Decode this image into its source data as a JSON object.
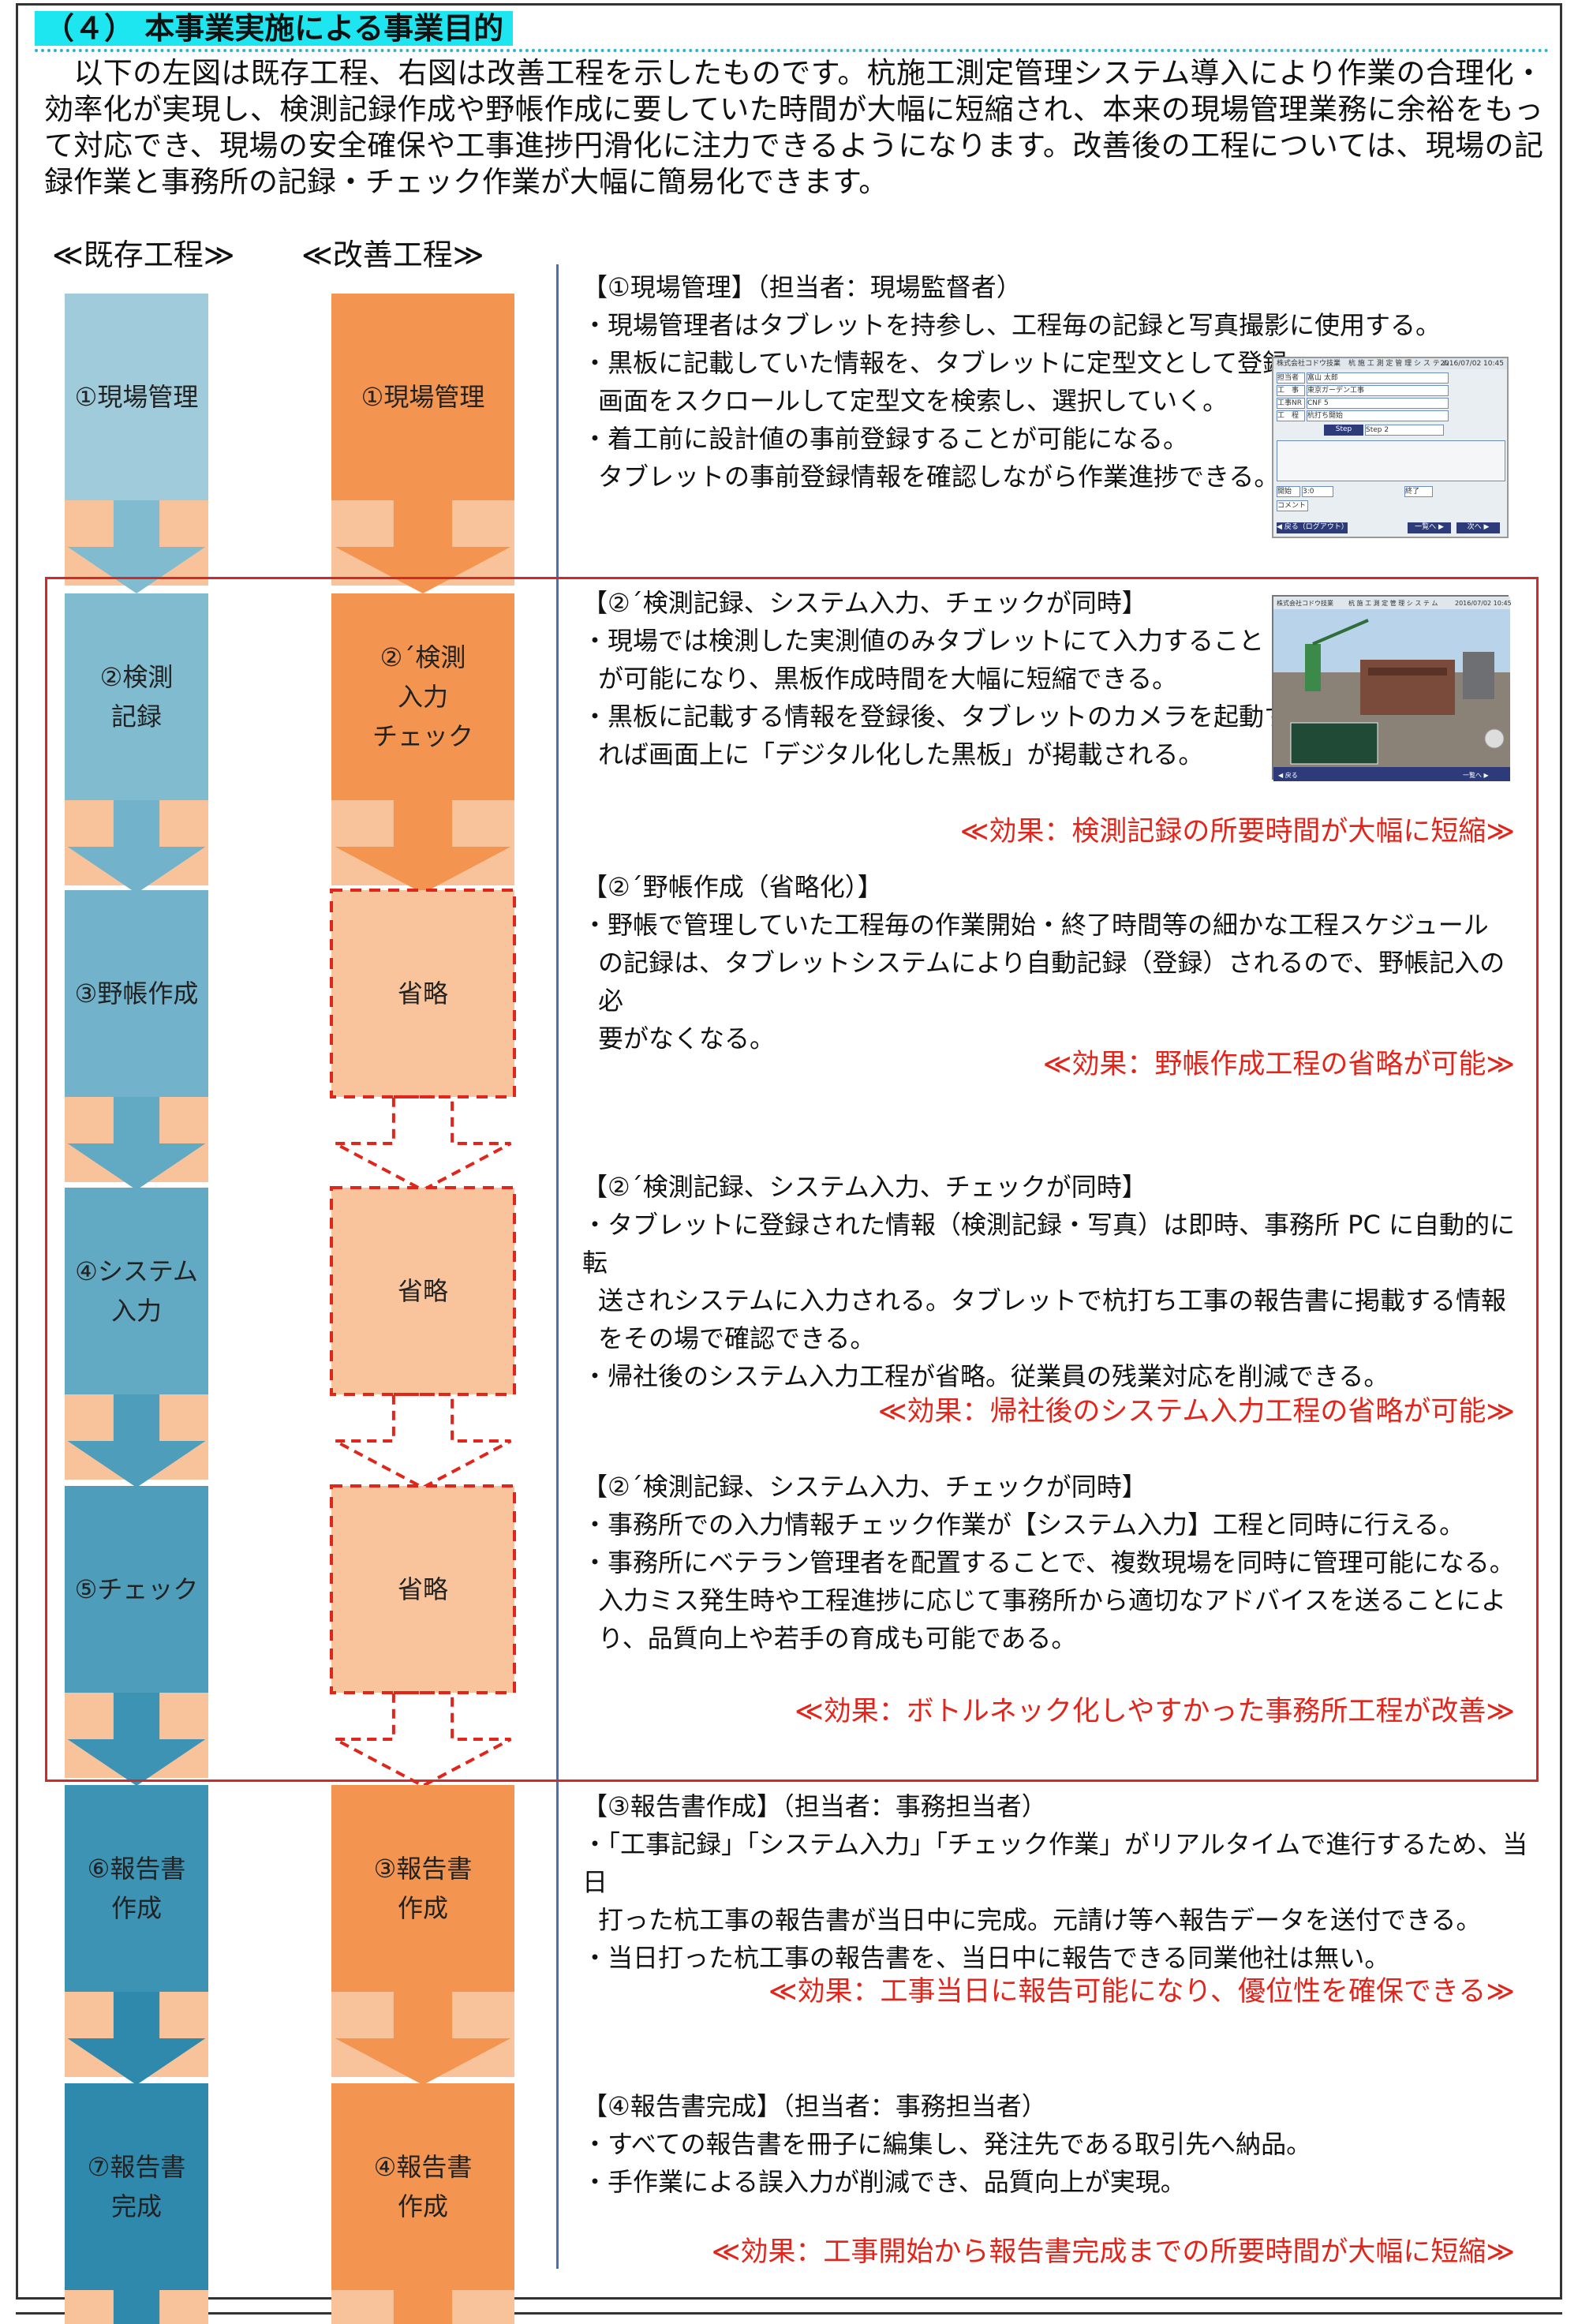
{
  "heading": "（４） 本事業実施による事業目的",
  "intro": [
    "　以下の左図は既存工程、右図は改善工程を示したものです。杭施工測定管理システム導入により作業の合理化・効率化が実現し、検測記録作成や野帳作成に要していた時間が大幅に短縮され、本来の現場管理業務に余裕をもって対応でき、現場の安全確保や工事進捗円滑化に注力できるようになります。改善後の工程については、現場の記録作業と事務所の記録・チェック作業が大幅に簡易化できます。"
  ],
  "columns": {
    "existing_title": "≪既存工程≫",
    "improved_title": "≪改善工程≫"
  },
  "existing_steps": [
    "①現場管理",
    "②検測\n記録",
    "③野帳作成",
    "④システム\n入力",
    "⑤チェック",
    "⑥報告書\n作成",
    "⑦報告書\n完成"
  ],
  "improved_steps": [
    "①現場管理",
    "②´検測\n入力\nチェック",
    "省略",
    "省略",
    "省略",
    "③報告書\n作成",
    "④報告書\n作成"
  ],
  "colors": {
    "existing_fill": [
      "#9fcbda",
      "#80bbcf",
      "#72b3cb",
      "#62a9c3",
      "#4d9dbb",
      "#3c93b4",
      "#2e89ad"
    ],
    "existing_arrow": "#f8c39b",
    "improved_fill": "#f39550",
    "improved_arrow": "#f8c39b",
    "omitted_fill": "#f9c49b",
    "dashed": "#e1251b",
    "effect_text": "#e1251b",
    "heading_bg": "#1ee6f0"
  },
  "sections": [
    {
      "title": "【①現場管理】（担当者：現場監督者）",
      "lines": [
        "・現場管理者はタブレットを持参し、工程毎の記録と写真撮影に使用する。",
        "・黒板に記載していた情報を、タブレットに定型文として登録。",
        "画面をスクロールして定型文を検索し、選択していく。",
        "・着工前に設計値の事前登録することが可能になる。",
        "タブレットの事前登録情報を確認しながら作業進捗できる。"
      ],
      "effect": ""
    },
    {
      "title": "【②´検測記録、システム入力、チェックが同時】",
      "lines": [
        "・現場では検測した実測値のみタブレットにて入力すること",
        "が可能になり、黒板作成時間を大幅に短縮できる。",
        "・黒板に記載する情報を登録後、タブレットのカメラを起動す",
        "れば画面上に「デジタル化した黒板」が掲載される。"
      ],
      "effect": "≪効果：検測記録の所要時間が大幅に短縮≫"
    },
    {
      "title": "【②´野帳作成（省略化）】",
      "lines": [
        "・野帳で管理していた工程毎の作業開始・終了時間等の細かな工程スケジュール",
        "の記録は、タブレットシステムにより自動記録（登録）されるので、野帳記入の必",
        "要がなくなる。"
      ],
      "effect": "≪効果：野帳作成工程の省略が可能≫"
    },
    {
      "title": "【②´検測記録、システム入力、チェックが同時】",
      "lines": [
        "・タブレットに登録された情報（検測記録・写真）は即時、事務所 PC に自動的に転",
        "送されシステムに入力される。タブレットで杭打ち工事の報告書に掲載する情報",
        "をその場で確認できる。",
        "・帰社後のシステム入力工程が省略。従業員の残業対応を削減できる。"
      ],
      "effect": "≪効果：帰社後のシステム入力工程の省略が可能≫"
    },
    {
      "title": "【②´検測記録、システム入力、チェックが同時】",
      "lines": [
        "・事務所での入力情報チェック作業が【システム入力】工程と同時に行える。",
        "・事務所にベテラン管理者を配置することで、複数現場を同時に管理可能になる。",
        "入力ミス発生時や工程進捗に応じて事務所から適切なアドバイスを送ることによ",
        "り、品質向上や若手の育成も可能である。"
      ],
      "effect": "≪効果：ボトルネック化しやすかった事務所工程が改善≫"
    },
    {
      "title": "【③報告書作成】（担当者：事務担当者）",
      "lines": [
        "・「工事記録」「システム入力」「チェック作業」がリアルタイムで進行するため、当日",
        "打った杭工事の報告書が当日中に完成。元請け等へ報告データを送付できる。",
        "・当日打った杭工事の報告書を、当日中に報告できる同業他社は無い。"
      ],
      "effect": "≪効果：工事当日に報告可能になり、優位性を確保できる≫"
    },
    {
      "title": "【④報告書完成】（担当者：事務担当者）",
      "lines": [
        "・すべての報告書を冊子に編集し、発注先である取引先へ納品。",
        "・手作業による誤入力が削減でき、品質向上が実現。"
      ],
      "effect": "≪効果：工事開始から報告書完成までの所要時間が大幅に短縮≫"
    }
  ],
  "tablet_screen": {
    "header_left": "株式会社コドウ技業",
    "header_title": "杭 施 工 測 定 管 理 シ ス テ ム",
    "header_date": "2016/07/02 10:45",
    "rows": [
      {
        "label": "担当者",
        "value": "富山 太郎"
      },
      {
        "label": "工　事",
        "value": "東京ガーデン工事"
      },
      {
        "label": "工事NR",
        "value": "CNF 5"
      },
      {
        "label": "工　程",
        "value": "杭打ち開始"
      }
    ],
    "step_label": "Step",
    "step_value": "Step 2",
    "start_label": "開始",
    "start_time": "3:0",
    "end_label": "終了",
    "comment_label": "コメント",
    "back_button": "◀ 戻る（ログアウト）",
    "list_button": "一覧へ ▶",
    "next_button": "次へ ▶"
  },
  "camera_screen": {
    "header_left": "株式会社コドウ技業",
    "header_title": "杭 施 工 測 定 管 理 シ ス テ ム",
    "header_date": "2016/07/02 10:45",
    "back_button": "◀ 戻る",
    "list_button": "一覧へ ▶"
  }
}
